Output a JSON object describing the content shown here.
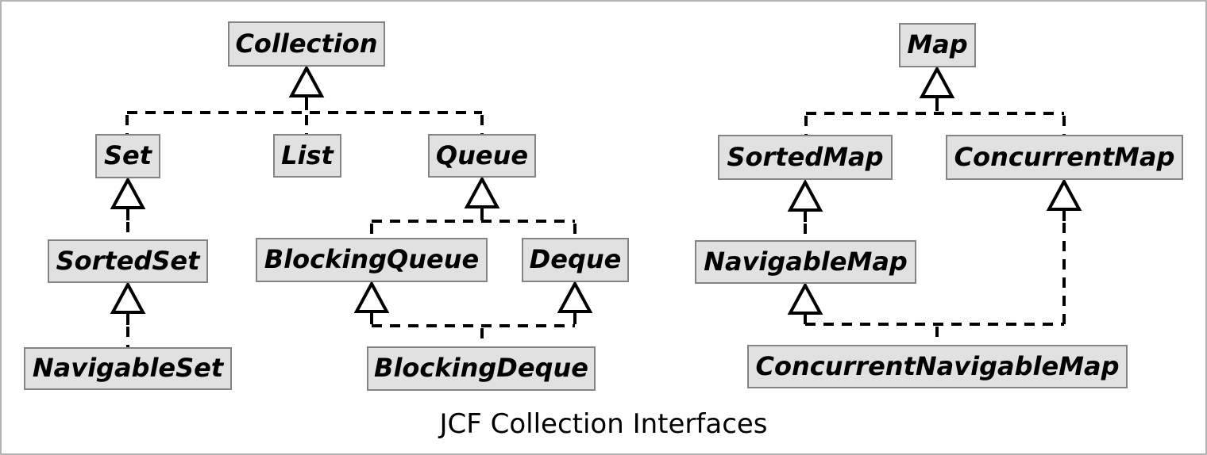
{
  "diagram": {
    "caption": "JCF Collection Interfaces",
    "type": "uml-interface-inheritance",
    "colors": {
      "background": "#ffffff",
      "canvas_border": "#b4b4b4",
      "box_fill": "#e1e1e1",
      "box_border": "#848484",
      "line": "#000000",
      "text": "#000000"
    },
    "nodes": [
      {
        "id": "collection",
        "label": "Collection"
      },
      {
        "id": "set",
        "label": "Set"
      },
      {
        "id": "list",
        "label": "List"
      },
      {
        "id": "queue",
        "label": "Queue"
      },
      {
        "id": "sortedset",
        "label": "SortedSet"
      },
      {
        "id": "blockingqueue",
        "label": "BlockingQueue"
      },
      {
        "id": "deque",
        "label": "Deque"
      },
      {
        "id": "navigableset",
        "label": "NavigableSet"
      },
      {
        "id": "blockingdeque",
        "label": "BlockingDeque"
      },
      {
        "id": "map",
        "label": "Map"
      },
      {
        "id": "sortedmap",
        "label": "SortedMap"
      },
      {
        "id": "concurrentmap",
        "label": "ConcurrentMap"
      },
      {
        "id": "navigablemap",
        "label": "NavigableMap"
      },
      {
        "id": "concurrentnavigablemap",
        "label": "ConcurrentNavigableMap"
      }
    ],
    "edges": [
      {
        "child": "Set",
        "parent": "Collection"
      },
      {
        "child": "List",
        "parent": "Collection"
      },
      {
        "child": "Queue",
        "parent": "Collection"
      },
      {
        "child": "SortedSet",
        "parent": "Set"
      },
      {
        "child": "NavigableSet",
        "parent": "SortedSet"
      },
      {
        "child": "BlockingQueue",
        "parent": "Queue"
      },
      {
        "child": "Deque",
        "parent": "Queue"
      },
      {
        "child": "BlockingDeque",
        "parent": "BlockingQueue"
      },
      {
        "child": "BlockingDeque",
        "parent": "Deque"
      },
      {
        "child": "SortedMap",
        "parent": "Map"
      },
      {
        "child": "ConcurrentMap",
        "parent": "Map"
      },
      {
        "child": "NavigableMap",
        "parent": "SortedMap"
      },
      {
        "child": "ConcurrentNavigableMap",
        "parent": "NavigableMap"
      },
      {
        "child": "ConcurrentNavigableMap",
        "parent": "ConcurrentMap"
      }
    ]
  }
}
